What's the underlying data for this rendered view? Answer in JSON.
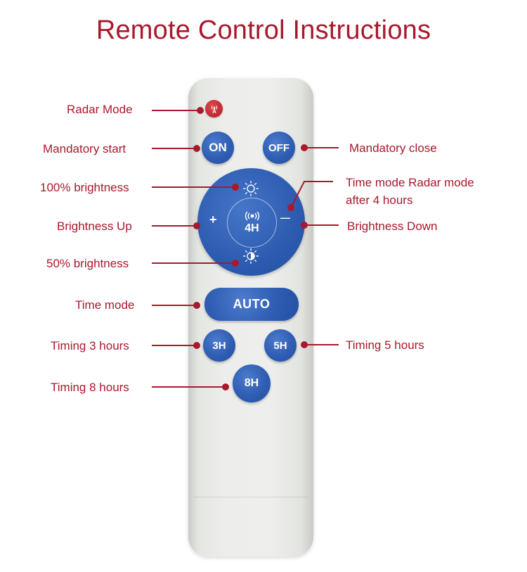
{
  "title": "Remote Control Instructions",
  "remote": {
    "on_label": "ON",
    "off_label": "OFF",
    "center_label": "4H",
    "plus_label": "+",
    "minus_label": "—",
    "auto_label": "AUTO",
    "h3_label": "3H",
    "h5_label": "5H",
    "h8_label": "8H"
  },
  "labels": {
    "radar_mode": "Radar Mode",
    "mandatory_start": "Mandatory start",
    "mandatory_close": "Mandatory close",
    "brightness_100": "100% brightness",
    "time_radar_line1": "Time mode Radar mode",
    "time_radar_line2": "after 4 hours",
    "brightness_up": "Brightness Up",
    "brightness_down": "Brightness Down",
    "brightness_50": "50% brightness",
    "time_mode": "Time mode",
    "timing_3": "Timing 3 hours",
    "timing_5": "Timing 5 hours",
    "timing_8": "Timing 8 hours"
  },
  "colors": {
    "accent": "#a8192d",
    "button_blue": "#2e5db2",
    "radar_red": "#c42c35",
    "remote_body": "#eeefec"
  }
}
